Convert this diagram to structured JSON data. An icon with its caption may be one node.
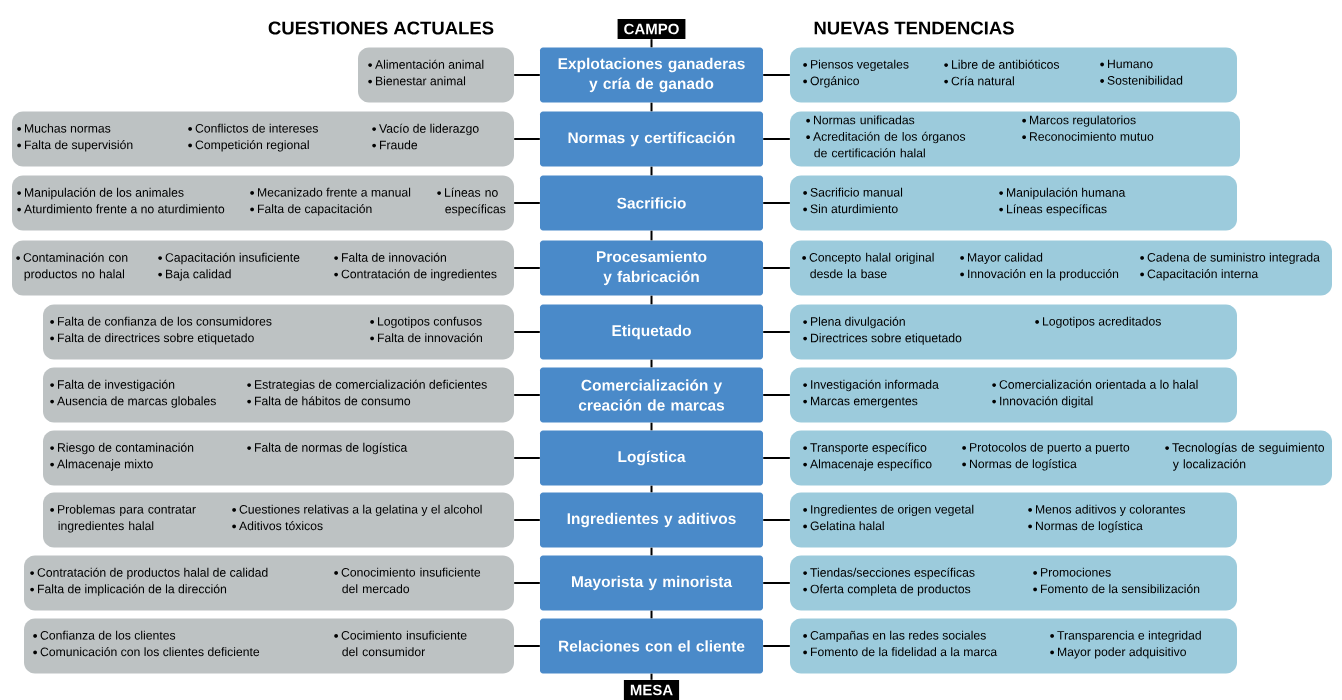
{
  "diagram": {
    "labels": [
      "CUESTIONES ACTUALES",
      "NUEVAS TENDENCIAS"
    ],
    "nodes": [
      {
        "text": [
          "CAMPO"
        ]
      },
      {
        "text": [
          "Alimentación animal",
          "Bienestar animal"
        ]
      },
      {
        "text": [
          "Explotaciones ganaderas y cría de ganado"
        ]
      },
      {
        "text": [
          "Piensos vegetales",
          "Orgánico",
          "Libre de antibióticos",
          "Cría natural",
          "Humano",
          "Sostenibilidad"
        ]
      },
      {
        "text": [
          "Muchas normas",
          "Falta de supervisión",
          "Conflictos de intereses",
          "Competición regional",
          "Vacío de liderazgo",
          "Fraude"
        ]
      },
      {
        "text": [
          "Normas y certificación"
        ]
      },
      {
        "text": [
          "Normas unificadas",
          "Acreditación de los órganos de certificación halal",
          "Marcos regulatorios",
          "Reconocimiento mutuo"
        ]
      },
      {
        "text": [
          "Manipulación de los animales",
          "Aturdimiento frente a no aturdimiento",
          "Mecanizado frente a manual",
          "Falta de capacitación",
          "Líneas no específicas"
        ]
      },
      {
        "text": [
          "Sacrificio"
        ]
      },
      {
        "text": [
          "Sacrificio manual",
          "Sin aturdimiento",
          "Manipulación humana",
          "Líneas específicas"
        ]
      },
      {
        "text": [
          "Contaminación con productos no halal",
          "Capacitación insuficiente",
          "Baja calidad",
          "Falta de innovación",
          "Contratación de ingredientes"
        ]
      },
      {
        "text": [
          "Procesamiento y fabricación"
        ]
      },
      {
        "text": [
          "Concepto halal original desde la base",
          "Mayor calidad",
          "Innovación en la producción",
          "Cadena de suministro integrada",
          "Capacitación interna"
        ]
      },
      {
        "text": [
          "Falta de confianza de los consumidores",
          "Falta de directrices sobre etiquetado",
          "Logotipos confusos",
          "Falta de innovación"
        ]
      },
      {
        "text": [
          "Etiquetado"
        ]
      },
      {
        "text": [
          "Plena divulgación",
          "Directrices sobre etiquetado",
          "Logotipos acreditados"
        ]
      },
      {
        "text": [
          "Falta de investigación",
          "Ausencia de marcas globales",
          "Estrategias de comercialización deficientes",
          "Falta de hábitos de consumo"
        ]
      },
      {
        "text": [
          "Comercialización y creación de marcas"
        ]
      },
      {
        "text": [
          "Investigación informada",
          "Marcas emergentes",
          "Comercialización orientada a lo halal",
          "Innovación digital"
        ]
      },
      {
        "text": [
          "Riesgo de contaminación",
          "Almacenaje mixto",
          "Falta de normas de logística"
        ]
      },
      {
        "text": [
          "Logística"
        ]
      },
      {
        "text": [
          "Transporte específico",
          "Almacenaje específico",
          "Protocolos de puerto a puerto",
          "Normas de logística",
          "Tecnologías de seguimiento y localización"
        ]
      },
      {
        "text": [
          "Problemas para contratar ingredientes halal",
          "Cuestiones relativas a la gelatina y el alcohol",
          "Aditivos tóxicos"
        ]
      },
      {
        "text": [
          "Ingredientes y aditivos"
        ]
      },
      {
        "text": [
          "Ingredientes de origen vegetal",
          "Gelatina halal",
          "Menos aditivos y colorantes",
          "Normas de logística"
        ]
      },
      {
        "text": [
          "Contratación de productos halal de calidad",
          "Falta de implicación de la dirección",
          "Conocimiento insuficiente del mercado"
        ]
      },
      {
        "text": [
          "Mayorista y minorista"
        ]
      },
      {
        "text": [
          "Tiendas/secciones específicas",
          "Oferta completa de productos",
          "Promociones",
          "Fomento de la sensibilización"
        ]
      },
      {
        "text": [
          "Confianza de los clientes",
          "Comunicación con los clientes deficiente",
          "Cocimiento insuficiente del consumidor"
        ]
      },
      {
        "text": [
          "Relaciones con el cliente"
        ]
      },
      {
        "text": [
          "Campañas en las redes sociales",
          "Fomento de la fidelidad a la marca",
          "Transparencia e integridad",
          "Mayor poder adquisitivo"
        ]
      },
      {
        "text": [
          "MESA"
        ]
      }
    ],
    "edges": [
      {
        "from": 0,
        "to": 2,
        "arrow": "none"
      },
      {
        "from": 2,
        "to": 5,
        "arrow": "none"
      },
      {
        "from": 5,
        "to": 8,
        "arrow": "none"
      },
      {
        "from": 8,
        "to": 11,
        "arrow": "none"
      },
      {
        "from": 11,
        "to": 14,
        "arrow": "none"
      },
      {
        "from": 14,
        "to": 17,
        "arrow": "none"
      },
      {
        "from": 17,
        "to": 20,
        "arrow": "none"
      },
      {
        "from": 20,
        "to": 23,
        "arrow": "none"
      },
      {
        "from": 23,
        "to": 26,
        "arrow": "none"
      },
      {
        "from": 26,
        "to": 29,
        "arrow": "none"
      },
      {
        "from": 29,
        "to": 31,
        "arrow": "none"
      },
      {
        "from": 1,
        "to": 2,
        "arrow": "none"
      },
      {
        "from": 2,
        "to": 3,
        "arrow": "none"
      },
      {
        "from": 4,
        "to": 5,
        "arrow": "none"
      },
      {
        "from": 5,
        "to": 6,
        "arrow": "none"
      },
      {
        "from": 7,
        "to": 8,
        "arrow": "none"
      },
      {
        "from": 8,
        "to": 9,
        "arrow": "none"
      },
      {
        "from": 10,
        "to": 11,
        "arrow": "none"
      },
      {
        "from": 11,
        "to": 12,
        "arrow": "none"
      },
      {
        "from": 13,
        "to": 14,
        "arrow": "none"
      },
      {
        "from": 14,
        "to": 15,
        "arrow": "none"
      },
      {
        "from": 16,
        "to": 17,
        "arrow": "none"
      },
      {
        "from": 17,
        "to": 18,
        "arrow": "none"
      },
      {
        "from": 19,
        "to": 20,
        "arrow": "none"
      },
      {
        "from": 20,
        "to": 21,
        "arrow": "none"
      },
      {
        "from": 22,
        "to": 23,
        "arrow": "none"
      },
      {
        "from": 23,
        "to": 24,
        "arrow": "none"
      },
      {
        "from": 25,
        "to": 26,
        "arrow": "none"
      },
      {
        "from": 26,
        "to": 27,
        "arrow": "none"
      },
      {
        "from": 28,
        "to": 29,
        "arrow": "none"
      },
      {
        "from": 29,
        "to": 30,
        "arrow": "none"
      }
    ]
  }
}
